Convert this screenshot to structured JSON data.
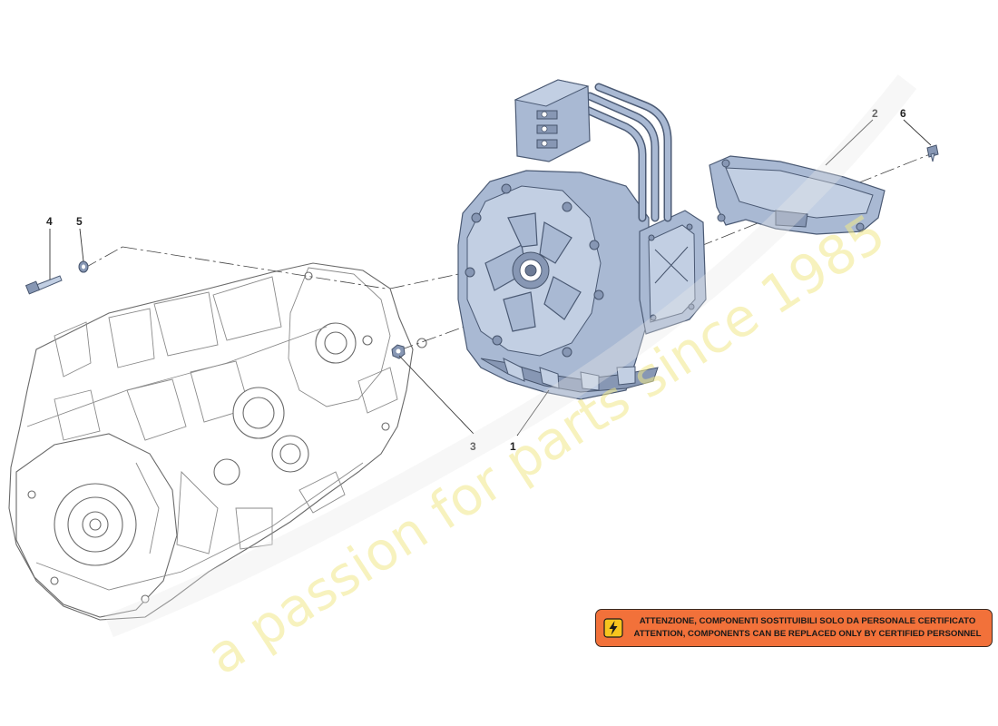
{
  "diagram": {
    "callouts": [
      {
        "id": "1",
        "label": "1"
      },
      {
        "id": "2",
        "label": "2"
      },
      {
        "id": "3",
        "label": "3"
      },
      {
        "id": "4",
        "label": "4"
      },
      {
        "id": "5",
        "label": "5"
      },
      {
        "id": "6",
        "label": "6"
      }
    ]
  },
  "warning": {
    "line_it": "ATTENZIONE, COMPONENTI SOSTITUIBILI SOLO DA PERSONALE CERTIFICATO",
    "line_en": "ATTENTION, COMPONENTS CAN BE REPLACED ONLY BY CERTIFIED PERSONNEL",
    "icon": "high-voltage-icon",
    "color": "#f2713a"
  },
  "watermark": {
    "tagline": "a passion for parts since 1985"
  },
  "colors": {
    "part_highlight": "#a9b9d3",
    "part_outline": "#4b5a74"
  }
}
